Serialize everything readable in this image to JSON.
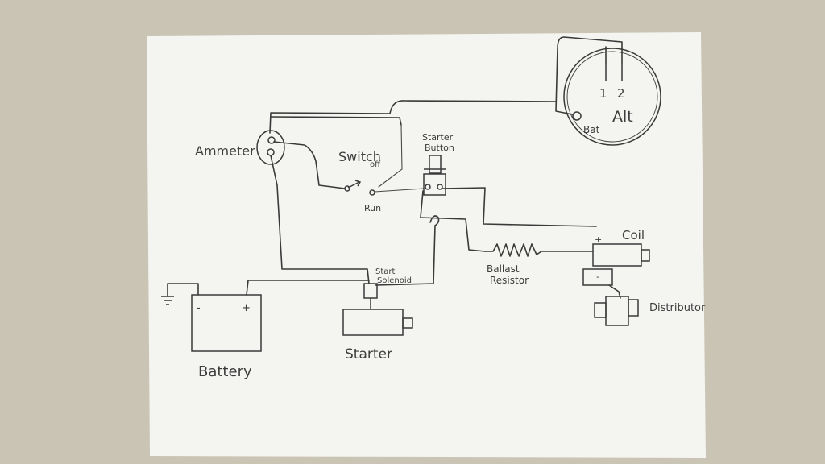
{
  "labels": {
    "alternator": "Alt",
    "alt_terminal_1": "1",
    "alt_terminal_2": "2",
    "alt_bat": "Bat",
    "ammeter": "Ammeter",
    "switch": "Switch",
    "switch_off": "off",
    "switch_run": "Run",
    "starter_button_line1": "Starter",
    "starter_button_line2": "Button",
    "start_solenoid_line1": "Start",
    "start_solenoid_line2": "Solenoid",
    "battery": "Battery",
    "battery_neg": "-",
    "battery_pos": "+",
    "starter": "Starter",
    "ballast_line1": "Ballast",
    "ballast_line2": "Resistor",
    "coil": "Coil",
    "coil_pos": "+",
    "coil_neg": "-",
    "distributor": "Distributor"
  },
  "colors": {
    "ink": "#3a3a3a",
    "paper": "#f4f4f1",
    "background": "#c9c4b4"
  }
}
